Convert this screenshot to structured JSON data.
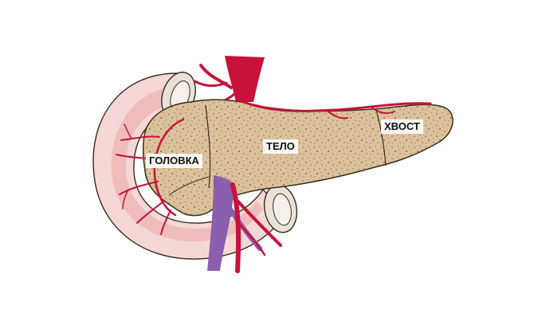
{
  "labels": {
    "head": "ГОЛОВКА",
    "body": "ТЕЛО",
    "tail": "ХВОСТ"
  },
  "colors": {
    "gland_fill": "#dcc29c",
    "gland_outline": "#3a2c1c",
    "duodenum_fill": "#f5d8d6",
    "duodenum_inner": "#ecb8b6",
    "artery": "#c8123a",
    "vein": "#8a5fb0",
    "label_bg": "#f7f7f4"
  }
}
